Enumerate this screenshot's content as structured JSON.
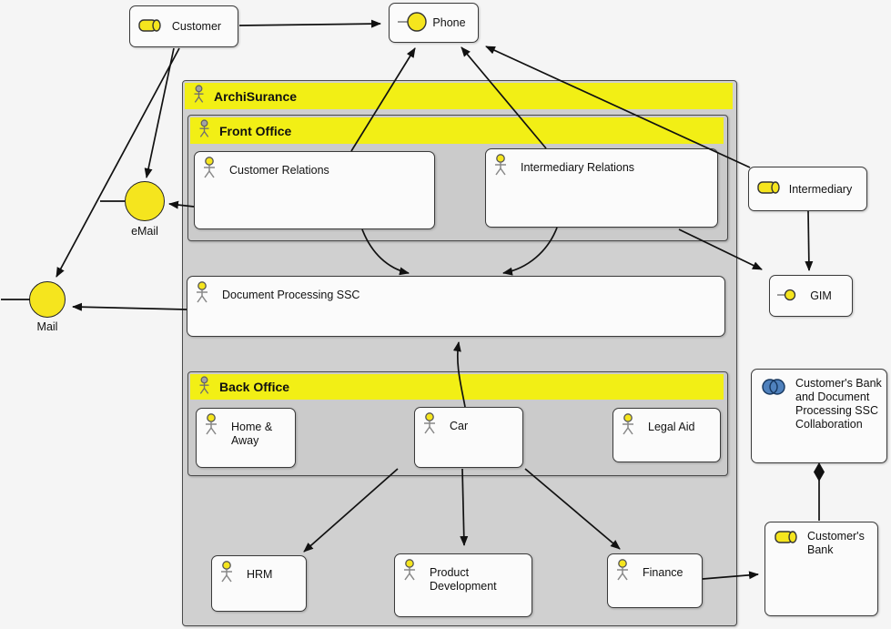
{
  "colors": {
    "background": "#f5f5f5",
    "band_yellow": "#f2ef15",
    "container_gray": "#d0d0d0",
    "element_yellow": "#f5e51e",
    "collaboration_blue": "#4f81bd",
    "node_fill": "#fbfbfb",
    "connector_black": "#111111"
  },
  "nodes": {
    "customer": {
      "label": "Customer"
    },
    "phone": {
      "label": "Phone"
    },
    "archisurance": {
      "label": "ArchiSurance"
    },
    "front_office": {
      "label": "Front Office"
    },
    "customer_relations": {
      "label": "Customer Relations"
    },
    "intermediary_relations": {
      "label": "Intermediary Relations"
    },
    "intermediary": {
      "label": "Intermediary"
    },
    "gim": {
      "label": "GIM"
    },
    "email": {
      "label": "eMail"
    },
    "mail": {
      "label": "Mail"
    },
    "document_processing_ssc": {
      "label": "Document Processing SSC"
    },
    "back_office": {
      "label": "Back Office"
    },
    "home_away": {
      "label": "Home & Away"
    },
    "car": {
      "label": "Car"
    },
    "legal_aid": {
      "label": "Legal Aid"
    },
    "hrm": {
      "label": "HRM"
    },
    "product_development": {
      "label": "Product Development"
    },
    "finance": {
      "label": "Finance"
    },
    "customers_bank_collaboration": {
      "label": "Customer's Bank and Document Processing SSC Collaboration"
    },
    "customers_bank": {
      "label": "Customer's Bank"
    }
  }
}
